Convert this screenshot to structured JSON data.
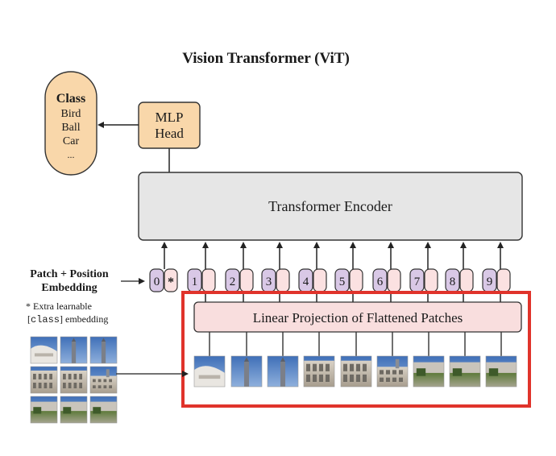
{
  "title": "Vision Transformer (ViT)",
  "class_box": {
    "heading": "Class",
    "items": [
      "Bird",
      "Ball",
      "Car",
      "..."
    ]
  },
  "mlp_head": {
    "line1": "MLP",
    "line2": "Head"
  },
  "encoder": {
    "label": "Transformer Encoder"
  },
  "embedding_label": {
    "line1": "Patch + Position",
    "line2": "Embedding"
  },
  "note": {
    "line1": "* Extra learnable",
    "line2_prefix": "[",
    "line2_code": "class",
    "line2_suffix": "] embedding"
  },
  "projection": {
    "label": "Linear Projection of Flattened Patches"
  },
  "tokens": [
    {
      "position": "0",
      "patch": "*"
    },
    {
      "position": "1",
      "patch": ""
    },
    {
      "position": "2",
      "patch": ""
    },
    {
      "position": "3",
      "patch": ""
    },
    {
      "position": "4",
      "patch": ""
    },
    {
      "position": "5",
      "patch": ""
    },
    {
      "position": "6",
      "patch": ""
    },
    {
      "position": "7",
      "patch": ""
    },
    {
      "position": "8",
      "patch": ""
    },
    {
      "position": "9",
      "patch": ""
    }
  ],
  "patches": [
    {
      "name": "patch-1",
      "kind": "sky-roof"
    },
    {
      "name": "patch-2",
      "kind": "sky-tower"
    },
    {
      "name": "patch-3",
      "kind": "sky-tower"
    },
    {
      "name": "patch-4",
      "kind": "facade"
    },
    {
      "name": "patch-5",
      "kind": "facade"
    },
    {
      "name": "patch-6",
      "kind": "facade-sky"
    },
    {
      "name": "patch-7",
      "kind": "ground"
    },
    {
      "name": "patch-8",
      "kind": "ground"
    },
    {
      "name": "patch-9",
      "kind": "ground"
    }
  ],
  "colors": {
    "orange_fill": "#f9d7aa",
    "orange_stroke": "#333333",
    "encoder_fill": "#e6e6e6",
    "projection_fill": "#f9dede",
    "position_fill": "#d9c8e6",
    "patch_token_fill": "#fbe1e1",
    "highlight_red": "#e0332b",
    "arrow": "#222222"
  }
}
